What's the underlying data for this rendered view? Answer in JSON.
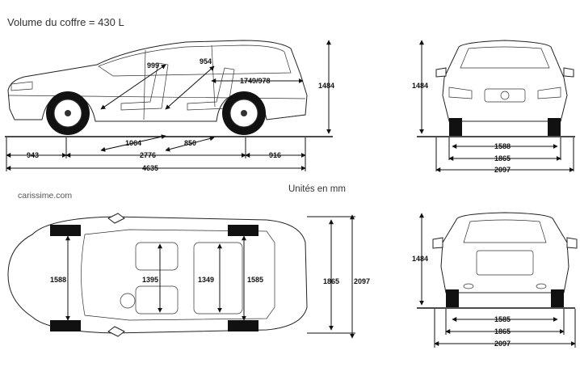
{
  "header": {
    "title": "Volume du coffre = 430 L",
    "units": "Unités en mm",
    "watermark": "carissime.com"
  },
  "side_view": {
    "height": "1484",
    "front_overhang": "943",
    "wheelbase": "2776",
    "rear_overhang": "916",
    "length": "4635",
    "front_headroom": "999",
    "rear_headroom": "954",
    "cargo_length": "1749/978",
    "front_legroom": "1064",
    "rear_legroom": "850"
  },
  "front_view": {
    "height": "1484",
    "track": "1588",
    "width": "1865",
    "width_mirrors": "2097"
  },
  "top_view": {
    "front_track": "1588",
    "front_shoulder": "1395",
    "rear_shoulder": "1349",
    "rear_track": "1585",
    "width": "1865",
    "width_mirrors": "2097"
  },
  "rear_view": {
    "height": "1484",
    "track": "1585",
    "width": "1865",
    "width_mirrors": "2097"
  }
}
